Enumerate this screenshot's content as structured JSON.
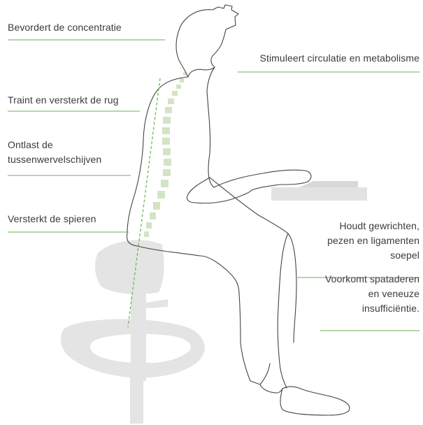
{
  "benefits": {
    "concentration": "Bevordert de concentratie",
    "circulation": "Stimuleert circulatie en metabolisme",
    "back": "Traint en versterkt de rug",
    "discs_line1": "Ontlast de",
    "discs_line2": "tussenwervelschijven",
    "muscles": "Versterkt de spieren",
    "joints_line1": "Houdt gewrichten,",
    "joints_line2": "pezen en ligamenten",
    "joints_line3": "soepel",
    "veins_line1": "Voorkomt spataderen",
    "veins_line2": "en veneuze",
    "veins_line3": "insufficiëntie."
  },
  "colors": {
    "accent": "#6ab04c",
    "spine": "#d3e4c4",
    "stool": "#e4e4e4",
    "outline": "#444444",
    "text": "#3b3b3b"
  },
  "icons": {
    "person": "seated-person-outline",
    "stool": "ergonomic-swivel-stool",
    "spine": "spine-dashes"
  }
}
